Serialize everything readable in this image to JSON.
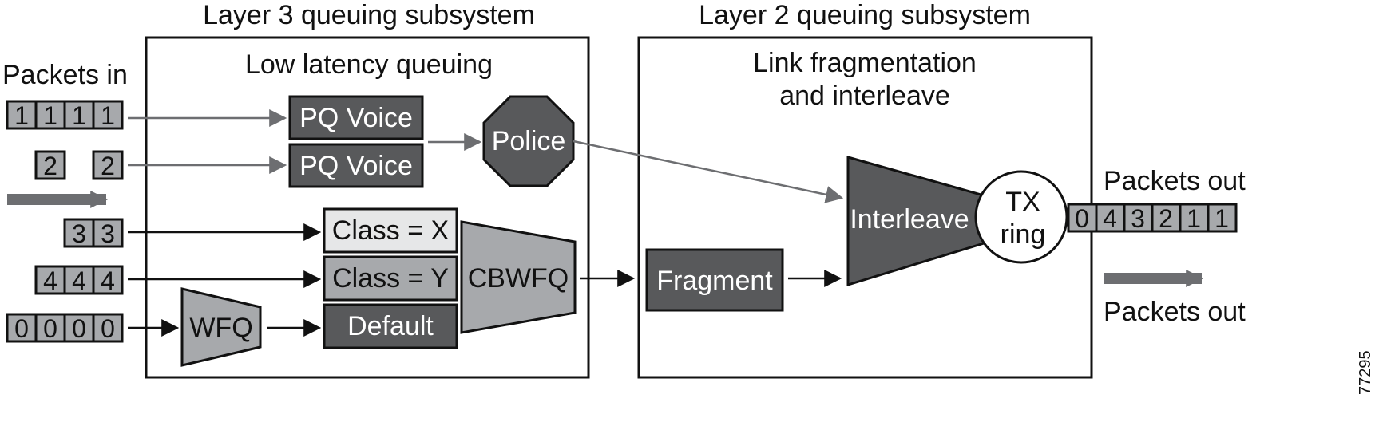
{
  "sections": {
    "layer3_title": "Layer 3 queuing subsystem",
    "layer2_title": "Layer 2 queuing subsystem",
    "llq_title": "Low latency queuing",
    "lfi_title_line1": "Link fragmentation",
    "lfi_title_line2": "and interleave"
  },
  "labels": {
    "packets_in": "Packets in",
    "packets_out_top": "Packets out",
    "packets_out_bottom": "Packets out",
    "figure_id": "77295"
  },
  "input_queues": {
    "row1": [
      "1",
      "1",
      "1",
      "1"
    ],
    "row2": [
      "2",
      "2"
    ],
    "row3": [
      "3",
      "3"
    ],
    "row4": [
      "4",
      "4",
      "4"
    ],
    "row5": [
      "0",
      "0",
      "0",
      "0"
    ]
  },
  "output_queue": [
    "0",
    "4",
    "3",
    "2",
    "1",
    "1"
  ],
  "blocks": {
    "pq_voice_1": "PQ Voice",
    "pq_voice_2": "PQ Voice",
    "police": "Police",
    "class_x": "Class = X",
    "class_y": "Class = Y",
    "default": "Default",
    "wfq": "WFQ",
    "cbwfq": "CBWFQ",
    "fragment": "Fragment",
    "interleave": "Interleave",
    "tx_ring_line1": "TX",
    "tx_ring_line2": "ring"
  },
  "colors": {
    "dark_block": "#58595b",
    "mid_block": "#a7a9ac",
    "light_block": "#e6e7e8",
    "gray_arrow": "#6d6e71",
    "black_arrow": "#111111"
  }
}
